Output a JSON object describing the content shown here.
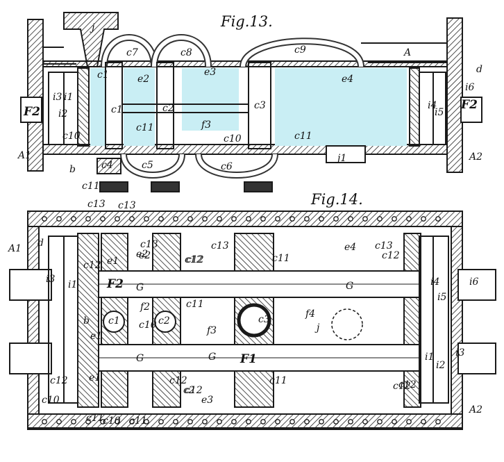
{
  "figures": [
    {
      "title": "Fig.13.",
      "labels": [
        "j",
        "c7",
        "c8",
        "c9",
        "A",
        "d",
        "c1",
        "e2",
        "e3",
        "e4",
        "F2",
        "i3",
        "i2",
        "i1",
        "c10",
        "c1",
        "c11",
        "c2",
        "f3",
        "c3",
        "c11",
        "c10",
        "i4",
        "i5",
        "i6",
        "F2",
        "A1",
        "b",
        "c11",
        "c4",
        "c5",
        "c6",
        "j1",
        "A2"
      ]
    },
    {
      "title": "Fig.14.",
      "labels": [
        "c13",
        "A1",
        "d",
        "i3",
        "i1",
        "b",
        "c12",
        "e1",
        "c13",
        "e2",
        "c12",
        "F2",
        "c1",
        "f2",
        "c10",
        "c2",
        "c11",
        "c12",
        "c13",
        "c11",
        "c3",
        "f3",
        "f4",
        "j",
        "e4",
        "c13",
        "c12",
        "i4",
        "i5",
        "i6",
        "F1",
        "c12",
        "c11",
        "c2",
        "c12",
        "e3",
        "c10",
        "c11",
        "c10",
        "c11",
        "i1",
        "i2",
        "i3",
        "c12",
        "A2",
        "e1",
        "e2",
        "c13",
        "e1",
        "G",
        "G",
        "G",
        "G",
        "c12",
        "c12"
      ]
    }
  ],
  "colors": {
    "ink": "#1a1a1a",
    "fill": "#c9eef4",
    "hatch": "#222222",
    "paper": "#ffffff"
  }
}
